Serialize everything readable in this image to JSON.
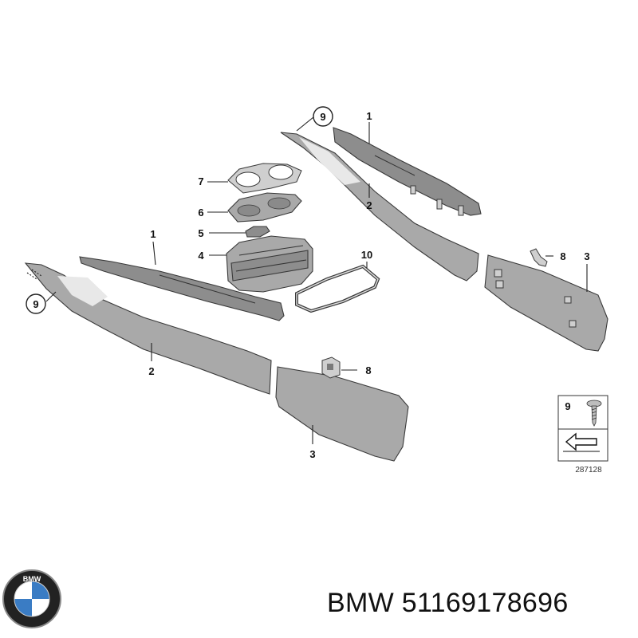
{
  "callouts": {
    "p1_top": "1",
    "p1_left": "1",
    "p2_top": "2",
    "p2_bottom": "2",
    "p3_right": "3",
    "p3_bottom": "3",
    "p4": "4",
    "p5": "5",
    "p6": "6",
    "p7": "7",
    "p8_right": "8",
    "p8_mid": "8",
    "p9_top": "9",
    "p9_left": "9",
    "p10": "10"
  },
  "legend": {
    "item_number": "9",
    "figure_number": "287128"
  },
  "logo": {
    "letters": "BMW"
  },
  "caption": {
    "brand": "BMW",
    "part_number": "51169178696"
  },
  "colors": {
    "part_fill": "#a9a9a9",
    "outline": "#3a3a3a",
    "text": "#111111"
  }
}
